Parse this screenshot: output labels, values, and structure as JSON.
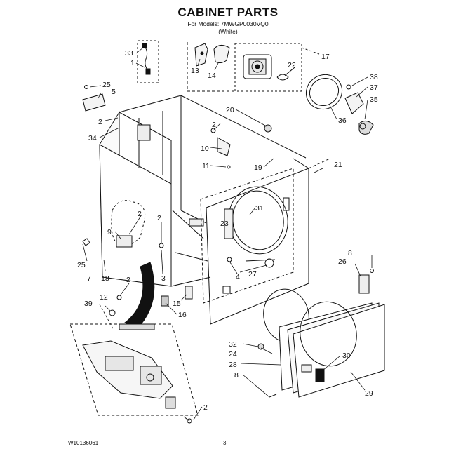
{
  "header": {
    "title": "CABINET PARTS",
    "models": "For Models: 7MWGP0030VQ0",
    "variant": "(White)"
  },
  "footer": {
    "doc_id": "W10136061",
    "page_number": "3"
  },
  "callouts": [
    "33",
    "1",
    "13",
    "14",
    "17",
    "22",
    "38",
    "37",
    "35",
    "36",
    "25",
    "5",
    "2",
    "34",
    "20",
    "2",
    "10",
    "11",
    "19",
    "21",
    "9",
    "2",
    "2",
    "31",
    "23",
    "25",
    "7",
    "18",
    "3",
    "4",
    "27",
    "8",
    "26",
    "2",
    "12",
    "15",
    "39",
    "16",
    "32",
    "24",
    "28",
    "8",
    "30",
    "29",
    "2"
  ]
}
